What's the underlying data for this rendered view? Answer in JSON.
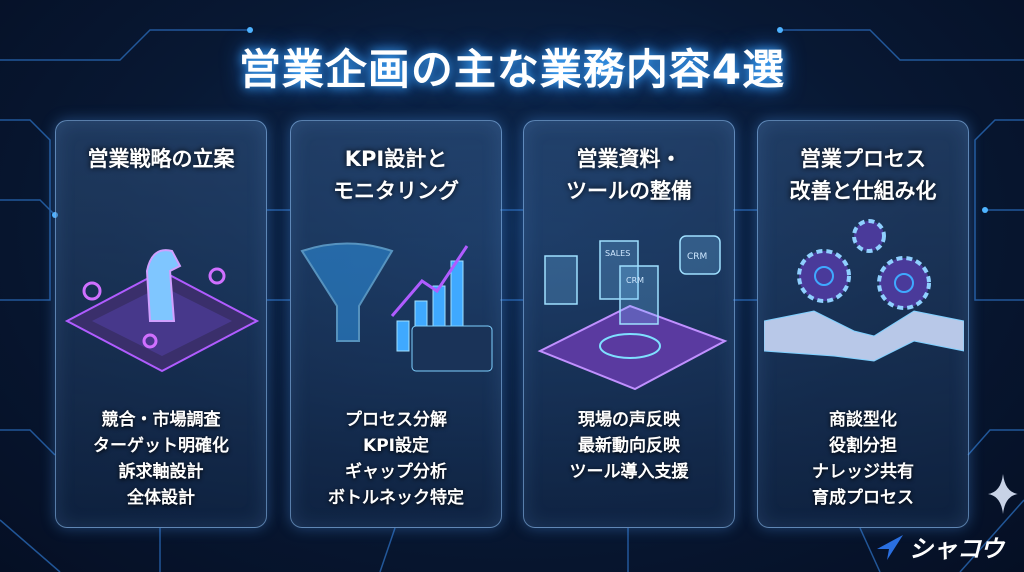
{
  "title": "営業企画の主な業務内容4選",
  "cards": [
    {
      "heading": [
        "営業戦略の立案"
      ],
      "items": [
        "競合・市場調査",
        "ターゲット明確化",
        "訴求軸設計",
        "全体設計"
      ]
    },
    {
      "heading": [
        "KPI設計と",
        "モニタリング"
      ],
      "items": [
        "プロセス分解",
        "KPI設定",
        "ギャップ分析",
        "ボトルネック特定"
      ]
    },
    {
      "heading": [
        "営業資料・",
        "ツールの整備"
      ],
      "items": [
        "現場の声反映",
        "最新動向反映",
        "ツール導入支援"
      ],
      "doc_labels": [
        "SALES",
        "CRM",
        "CRM"
      ]
    },
    {
      "heading": [
        "営業プロセス",
        "改善と仕組み化"
      ],
      "items": [
        "商談型化",
        "役割分担",
        "ナレッジ共有",
        "育成プロセス"
      ]
    }
  ],
  "logo": {
    "text": "シャコウ"
  },
  "colors": {
    "accent": "#3fa9ff",
    "purple": "#b05cff",
    "background": "#081833"
  }
}
